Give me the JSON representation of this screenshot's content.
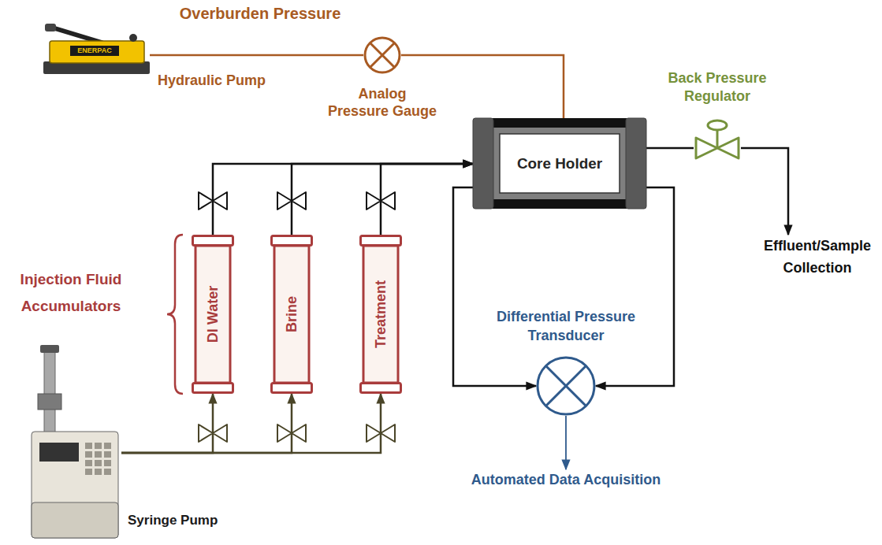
{
  "diagram": {
    "nodes": [
      {
        "text": [
          "Hydraulic Pump"
        ]
      },
      {
        "text": [
          "Analog Pressure Gauge"
        ]
      },
      {
        "text": [
          "Back Pressure Regulator"
        ]
      },
      {
        "text": [
          "Core Holder"
        ]
      },
      {
        "text": [
          "Effluent/Sample Collection"
        ]
      },
      {
        "text": [
          "DI Water"
        ]
      },
      {
        "text": [
          "Brine"
        ]
      },
      {
        "text": [
          "Treatment"
        ]
      },
      {
        "text": [
          "Differential Pressure Transducer"
        ]
      },
      {
        "text": [
          "Automated Data Acquisition"
        ]
      },
      {
        "text": [
          "Syringe Pump"
        ]
      }
    ],
    "edges": [
      {
        "from": 0,
        "to": 1,
        "arrow": "none"
      },
      {
        "from": 1,
        "to": 3,
        "arrow": "none"
      },
      {
        "from": 5,
        "to": 3,
        "arrow": "to"
      },
      {
        "from": 6,
        "to": 3,
        "arrow": "to"
      },
      {
        "from": 7,
        "to": 3,
        "arrow": "to"
      },
      {
        "from": 3,
        "to": 2,
        "arrow": "none"
      },
      {
        "from": 2,
        "to": 4,
        "arrow": "to"
      },
      {
        "from": 3,
        "to": 8,
        "arrow": "to"
      },
      {
        "from": 3,
        "to": 8,
        "arrow": "to"
      },
      {
        "from": 8,
        "to": 9,
        "arrow": "to"
      },
      {
        "from": 10,
        "to": 5,
        "arrow": "to"
      },
      {
        "from": 10,
        "to": 6,
        "arrow": "to"
      },
      {
        "from": 10,
        "to": 7,
        "arrow": "to"
      }
    ],
    "labels": [
      "Overburden Pressure",
      "ENERPAC",
      "Injection Fluid Accumulators"
    ]
  }
}
